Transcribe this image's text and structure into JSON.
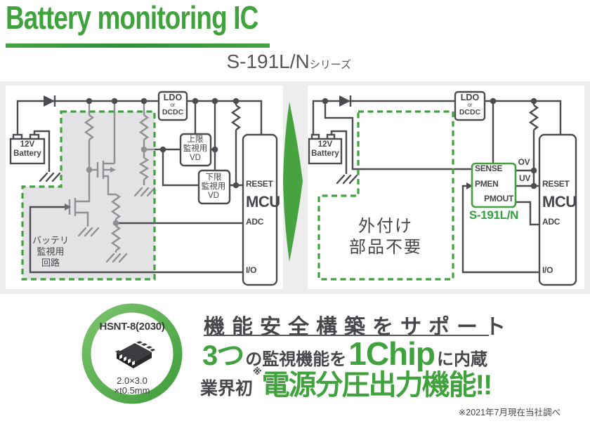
{
  "header": {
    "title": "Battery monitoring IC",
    "series": "S-191L/N",
    "series_suffix": "シリーズ"
  },
  "colors": {
    "accent_green": "#3FA23C",
    "dark_text": "#46464B",
    "wire_dark": "#4C4C50",
    "wire_gray": "#8F9093",
    "band_bg": "#EDEDEE",
    "shade_fill": "#E3E3E5"
  },
  "before": {
    "battery": [
      "12V",
      "Battery"
    ],
    "ldo": [
      "LDO",
      "or",
      "DCDC"
    ],
    "upper_vd": [
      "上限",
      "監視用",
      "VD"
    ],
    "lower_vd": [
      "下限",
      "監視用",
      "VD"
    ],
    "circuit_label": [
      "バッテリ",
      "監視用",
      "回路"
    ],
    "mcu": {
      "reset": "RESET",
      "name": "MCU",
      "adc": "ADC",
      "io": "I/O"
    }
  },
  "after": {
    "battery": [
      "12V",
      "Battery"
    ],
    "ldo": [
      "LDO",
      "or",
      "DCDC"
    ],
    "no_external": [
      "外付け",
      "部品不要"
    ],
    "ic": {
      "sense": "SENSE",
      "pmen": "PMEN",
      "pmout": "PMOUT",
      "name": "S-191L/N",
      "ov": "OV",
      "uv": "UV"
    },
    "mcu": {
      "reset": "RESET",
      "name": "MCU",
      "adc": "ADC",
      "io": "I/O"
    }
  },
  "package": {
    "name": "HSNT-8(2030)",
    "size": [
      "2.0×3.0",
      "×t0.5mm"
    ]
  },
  "features": {
    "headline": "機能安全構築をサポート",
    "count": "3つ",
    "mid": "の監視機能を",
    "chip": "1Chip",
    "suffix": "に内蔵",
    "industry_first": "業界初",
    "note_mark": "※",
    "main": "電源分圧出力機能!!",
    "footnote": "※2021年7月現在当社調べ"
  }
}
